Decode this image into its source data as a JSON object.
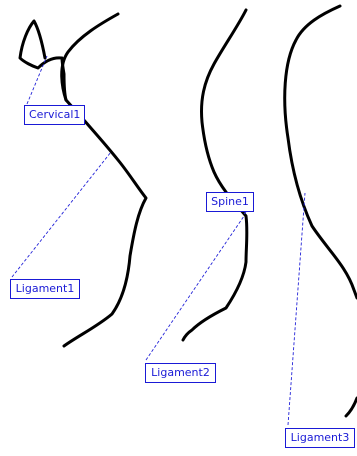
{
  "labels": {
    "cervical1": "Cervical1",
    "ligament1": "Ligament1",
    "spine1": "Spine1",
    "ligament2": "Ligament2",
    "ligament3": "Ligament3"
  },
  "colors": {
    "curve": "#000000",
    "label": "#1a1ad6",
    "background": "#ffffff"
  }
}
